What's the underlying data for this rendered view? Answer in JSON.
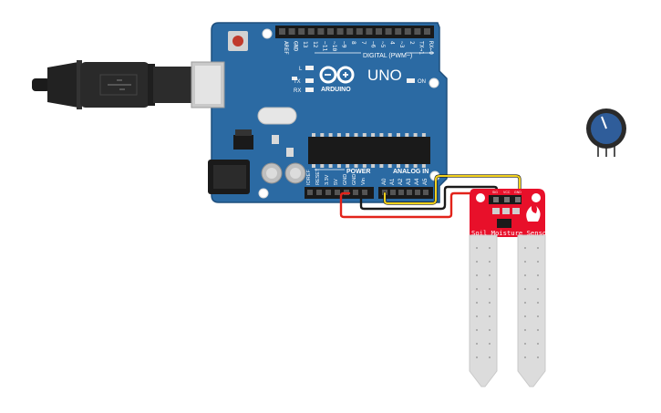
{
  "board": {
    "brand": "ARDUINO",
    "model": "UNO",
    "digital_header": "DIGITAL (PWM~)",
    "digital_pins": [
      "AREF",
      "GND",
      "13",
      "12",
      "~11",
      "~10",
      "~9",
      "8",
      "7",
      "~6",
      "~5",
      "4",
      "~3",
      "2",
      "TX→1",
      "RX←0"
    ],
    "led_l": "L",
    "led_tx": "TX",
    "led_rx": "RX",
    "led_on": "ON",
    "power_header": "POWER",
    "power_pins": [
      "IOREF",
      "RESET",
      "3.3V",
      "5V",
      "GND",
      "GND",
      "Vin"
    ],
    "analog_header": "ANALOG IN",
    "analog_pins": [
      "A0",
      "A1",
      "A2",
      "A3",
      "A4",
      "A5"
    ]
  },
  "sensor": {
    "label": "Soil Moisture Sensor",
    "pin_labels": [
      "SIG",
      "VCC",
      "GND"
    ]
  },
  "wires": {
    "colors": {
      "signal": "#f2d11c",
      "power": "#e2231a",
      "ground": "#1a1a1a"
    }
  },
  "colors": {
    "board": "#2b6aa3",
    "board_dark": "#1e4f7d",
    "sensor": "#e8102a",
    "usb": "#222222",
    "knob": "#2f5d9a"
  },
  "icons": {
    "usb_plug": "usb-cable-icon",
    "potentiometer": "potentiometer-icon",
    "logo": "arduino-infinity-logo"
  }
}
